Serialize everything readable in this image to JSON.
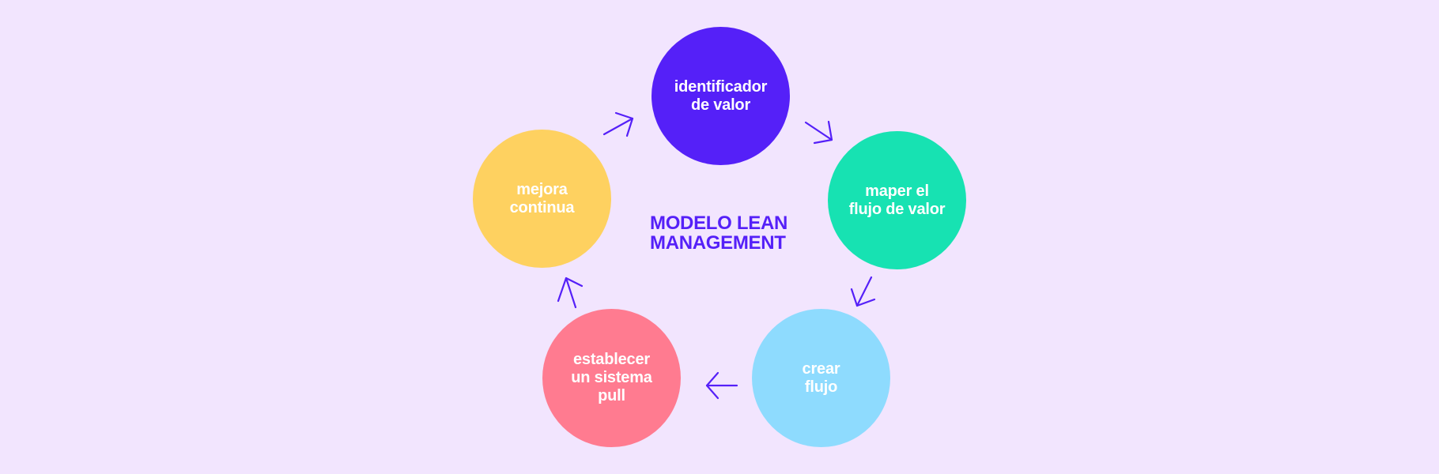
{
  "diagram": {
    "title": "MODELO LEAN\nMANAGEMENT",
    "title_color": "#5520f8",
    "background": "#f2e5fe",
    "arrow_color": "#5520f8",
    "nodes": [
      {
        "label": "identificador\nde valor",
        "color": "#5520f8"
      },
      {
        "label": "maper el\nflujo de valor",
        "color": "#17e2b2"
      },
      {
        "label": "crear\nflujo",
        "color": "#8edbfe"
      },
      {
        "label": "establecer\nun sistema\npull",
        "color": "#ff7b90"
      },
      {
        "label": "mejora\ncontinua",
        "color": "#fed160"
      }
    ],
    "flow": [
      "identificador de valor",
      "maper el flujo de valor",
      "crear flujo",
      "establecer un sistema pull",
      "mejora continua",
      "identificador de valor"
    ]
  }
}
